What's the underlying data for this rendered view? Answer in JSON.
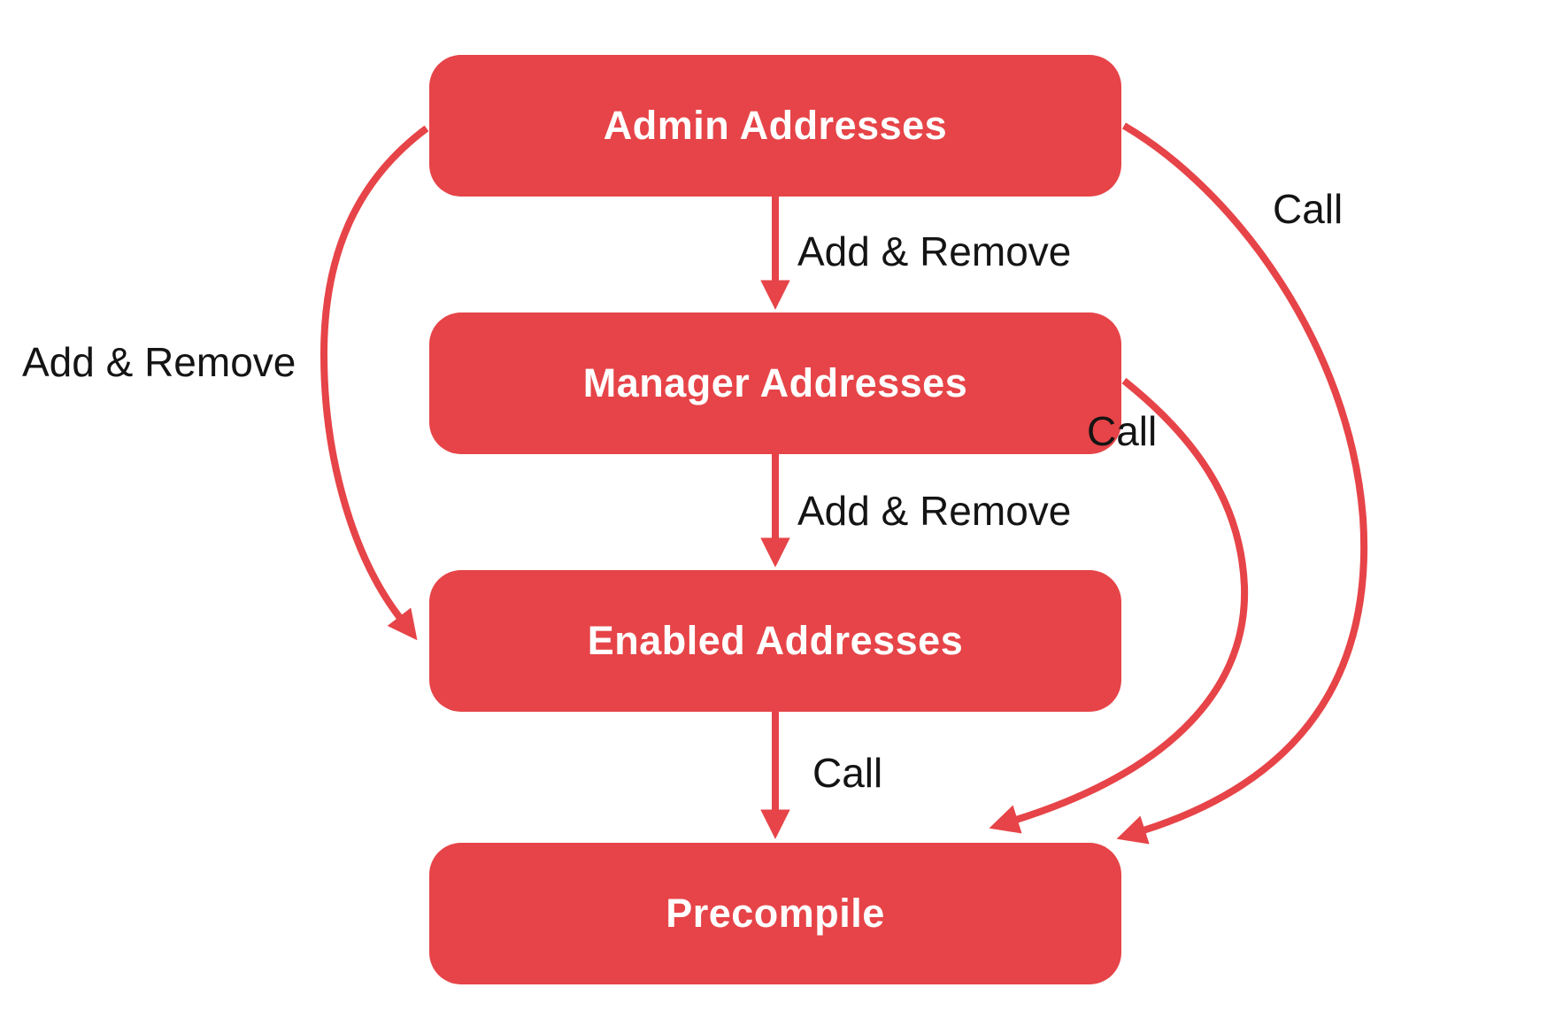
{
  "diagram": {
    "accent_color": "#E64448",
    "label_color": "#141414",
    "nodes": {
      "admin": {
        "label": "Admin Addresses"
      },
      "manager": {
        "label": "Manager Addresses"
      },
      "enabled": {
        "label": "Enabled Addresses"
      },
      "precompile": {
        "label": "Precompile"
      }
    },
    "edges": {
      "admin_to_manager": {
        "label": "Add & Remove"
      },
      "manager_to_enabled": {
        "label": "Add & Remove"
      },
      "enabled_to_precompile": {
        "label": "Call"
      },
      "admin_to_enabled": {
        "label": "Add & Remove"
      },
      "manager_to_precompile": {
        "label": "Call"
      },
      "admin_to_precompile": {
        "label": "Call"
      }
    }
  }
}
